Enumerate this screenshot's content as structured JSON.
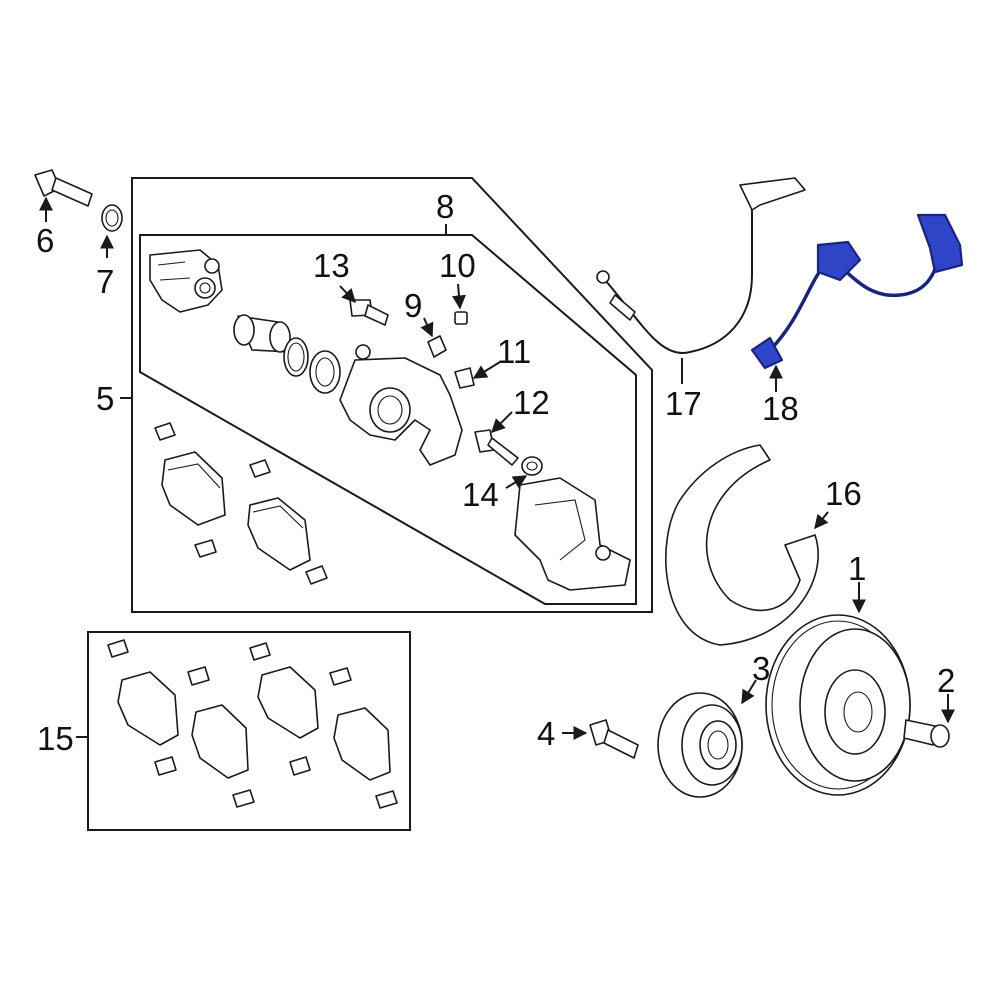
{
  "diagram": {
    "highlight_color": "#2f45c8",
    "line_color": "#1a1a1a",
    "callouts": {
      "c1": "1",
      "c2": "2",
      "c3": "3",
      "c4": "4",
      "c5": "5",
      "c6": "6",
      "c7": "7",
      "c8": "8",
      "c9": "9",
      "c10": "10",
      "c11": "11",
      "c12": "12",
      "c13": "13",
      "c14": "14",
      "c15": "15",
      "c16": "16",
      "c17": "17",
      "c18": "18"
    }
  }
}
